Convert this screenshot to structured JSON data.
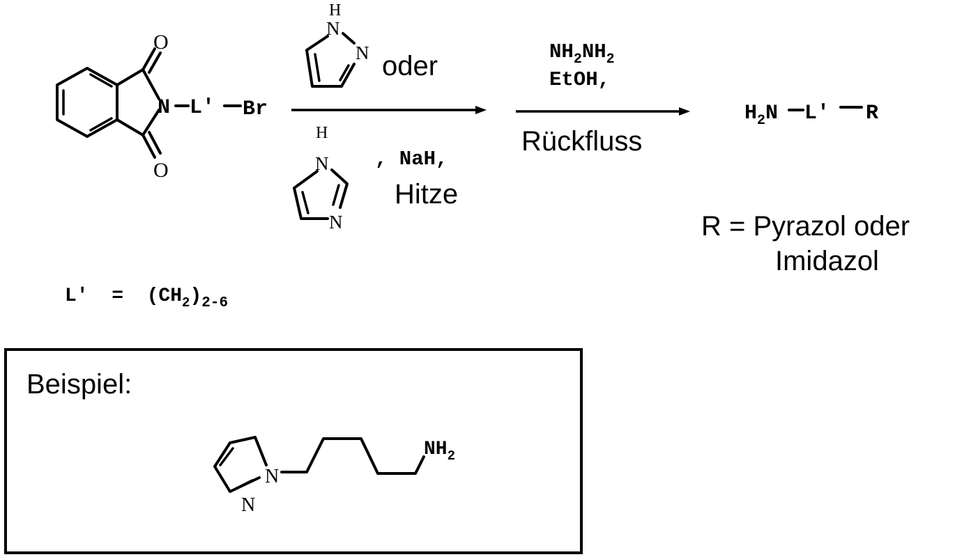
{
  "reactant": {
    "atom_o_top": "O",
    "atom_o_bottom": "O",
    "atom_n": "N",
    "chain": "L'",
    "leaving_group": "Br"
  },
  "step1": {
    "reagent_or": "oder",
    "pyrazole_nh_h": "H",
    "pyrazole_n1": "N",
    "pyrazole_n2": "N",
    "imidazole_nh_h": "H",
    "imidazole_n1": "N",
    "imidazole_n3": "N",
    "base": ", NaH,",
    "condition": "Hitze"
  },
  "step2": {
    "reagent_line1_main": "NH",
    "reagent_line1_sub1": "2",
    "reagent_line1_mid": "NH",
    "reagent_line1_sub2": "2",
    "reagent_line2": "EtOH,",
    "condition": "Rückfluss"
  },
  "product": {
    "h": "H",
    "h_sub": "2",
    "n": "N",
    "chain": "L'",
    "r": "R"
  },
  "r_definition": {
    "line1": "R = Pyrazol oder",
    "line2": "Imidazol"
  },
  "l_definition": {
    "prefix": "L'  =  (CH",
    "sub": "2",
    "close": ")",
    "range": "2-6"
  },
  "example_box": {
    "title": "Beispiel:",
    "nh2_main": "NH",
    "nh2_sub": "2",
    "atom_n1": "N",
    "atom_n2": "N"
  }
}
